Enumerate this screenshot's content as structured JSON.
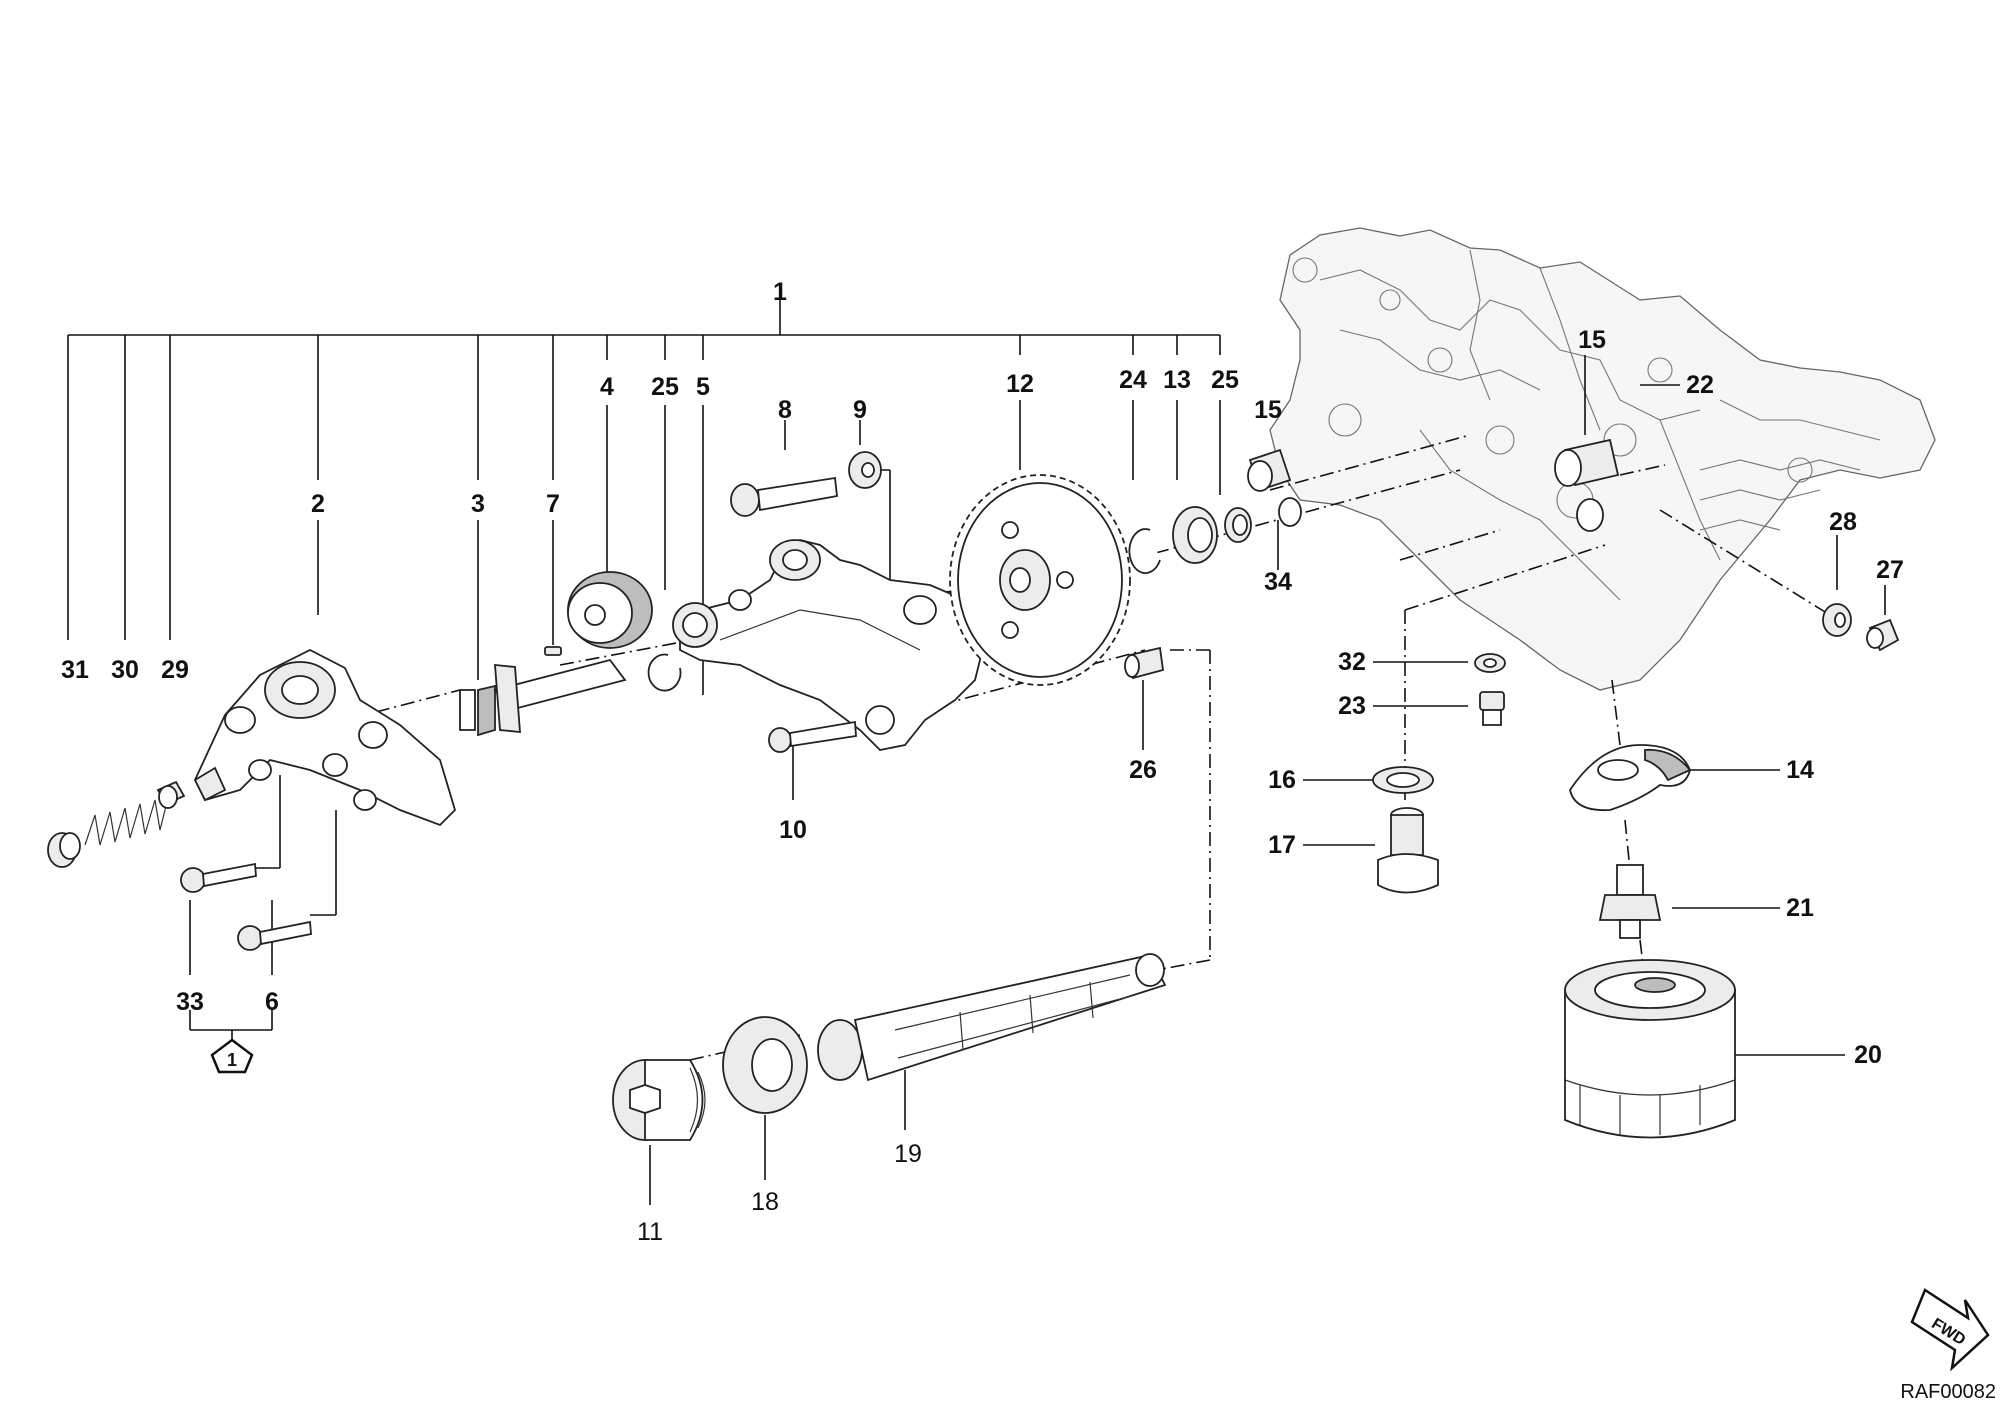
{
  "diagram": {
    "part_labels": [
      {
        "id": "l1",
        "text": "1"
      },
      {
        "id": "l2",
        "text": "2"
      },
      {
        "id": "l3",
        "text": "3"
      },
      {
        "id": "l4",
        "text": "4"
      },
      {
        "id": "l5",
        "text": "5"
      },
      {
        "id": "l6",
        "text": "6"
      },
      {
        "id": "l7",
        "text": "7"
      },
      {
        "id": "l8",
        "text": "8"
      },
      {
        "id": "l9",
        "text": "9"
      },
      {
        "id": "l10",
        "text": "10"
      },
      {
        "id": "l11",
        "text": "11"
      },
      {
        "id": "l12",
        "text": "12"
      },
      {
        "id": "l13",
        "text": "13"
      },
      {
        "id": "l14",
        "text": "14"
      },
      {
        "id": "l15a",
        "text": "15"
      },
      {
        "id": "l15b",
        "text": "15"
      },
      {
        "id": "l16",
        "text": "16"
      },
      {
        "id": "l17",
        "text": "17"
      },
      {
        "id": "l18",
        "text": "18"
      },
      {
        "id": "l19",
        "text": "19"
      },
      {
        "id": "l20",
        "text": "20"
      },
      {
        "id": "l21",
        "text": "21"
      },
      {
        "id": "l22",
        "text": "22"
      },
      {
        "id": "l23",
        "text": "23"
      },
      {
        "id": "l24",
        "text": "24"
      },
      {
        "id": "l25a",
        "text": "25"
      },
      {
        "id": "l25b",
        "text": "25"
      },
      {
        "id": "l26",
        "text": "26"
      },
      {
        "id": "l27",
        "text": "27"
      },
      {
        "id": "l28",
        "text": "28"
      },
      {
        "id": "l29",
        "text": "29"
      },
      {
        "id": "l30",
        "text": "30"
      },
      {
        "id": "l31",
        "text": "31"
      },
      {
        "id": "l32",
        "text": "32"
      },
      {
        "id": "l33",
        "text": "33"
      },
      {
        "id": "l34",
        "text": "34"
      }
    ],
    "kit_marker": "1",
    "fwd_label": "FWD",
    "drawing_code": "RAF00082"
  }
}
